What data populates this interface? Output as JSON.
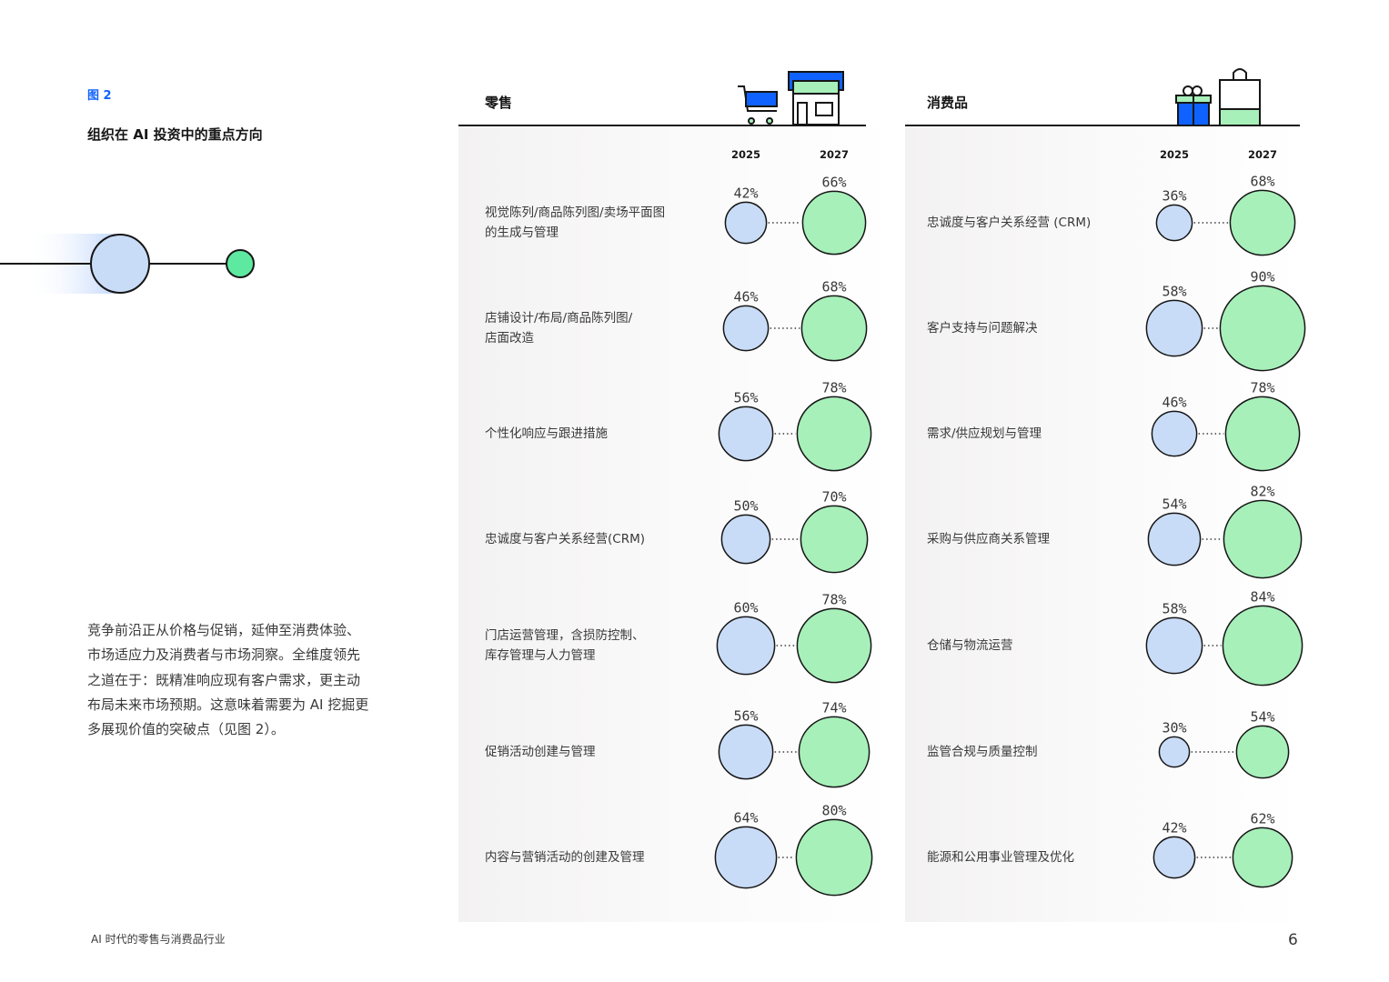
{
  "figure": {
    "label": "图 2",
    "title": "组织在 AI 投资中的重点方向"
  },
  "paragraph": "竞争前沿正从价格与促销，延伸至消费体验、市场适应力及消费者与市场洞察。全维度领先之道在于：既精准响应现有客户需求，更主动布局未来市场预期。这意味着需要为 AI 挖掘更多展现价值的突破点（见图 2）。",
  "footer": {
    "text": "AI 时代的零售与消费品行业",
    "page": "6"
  },
  "colors": {
    "year_2025": "#c9dcf7",
    "year_2027": "#a7f0ba",
    "accent": "#0f62fe",
    "outline": "#161616"
  },
  "icons": {
    "retail": [
      "shopping-cart-icon",
      "storefront-icon"
    ],
    "consumer": [
      "gift-box-icon",
      "shopping-bag-icon"
    ]
  },
  "chart_data": [
    {
      "type": "bubble-pair",
      "section": "零售",
      "series": [
        {
          "name": "2025"
        },
        {
          "name": "2027"
        }
      ],
      "unit": "%",
      "rows": [
        {
          "label": "视觉陈列/商品陈列图/卖场平面图\n的生成与管理",
          "v2025": 42,
          "v2027": 66
        },
        {
          "label": "店铺设计/布局/商品陈列图/\n店面改造",
          "v2025": 46,
          "v2027": 68
        },
        {
          "label": "个性化响应与跟进措施",
          "v2025": 56,
          "v2027": 78
        },
        {
          "label": "忠诚度与客户关系经营(CRM)",
          "v2025": 50,
          "v2027": 70
        },
        {
          "label": "门店运营管理，含损防控制、\n库存管理与人力管理",
          "v2025": 60,
          "v2027": 78
        },
        {
          "label": "促销活动创建与管理",
          "v2025": 56,
          "v2027": 74
        },
        {
          "label": "内容与营销活动的创建及管理",
          "v2025": 64,
          "v2027": 80
        }
      ]
    },
    {
      "type": "bubble-pair",
      "section": "消费品",
      "series": [
        {
          "name": "2025"
        },
        {
          "name": "2027"
        }
      ],
      "unit": "%",
      "rows": [
        {
          "label": "忠诚度与客户关系经营 (CRM)",
          "v2025": 36,
          "v2027": 68
        },
        {
          "label": "客户支持与问题解决",
          "v2025": 58,
          "v2027": 90
        },
        {
          "label": "需求/供应规划与管理",
          "v2025": 46,
          "v2027": 78
        },
        {
          "label": "采购与供应商关系管理",
          "v2025": 54,
          "v2027": 82
        },
        {
          "label": "仓储与物流运营",
          "v2025": 58,
          "v2027": 84
        },
        {
          "label": "监管合规与质量控制",
          "v2025": 30,
          "v2027": 54
        },
        {
          "label": "能源和公用事业管理及优化",
          "v2025": 42,
          "v2027": 62
        }
      ]
    }
  ]
}
